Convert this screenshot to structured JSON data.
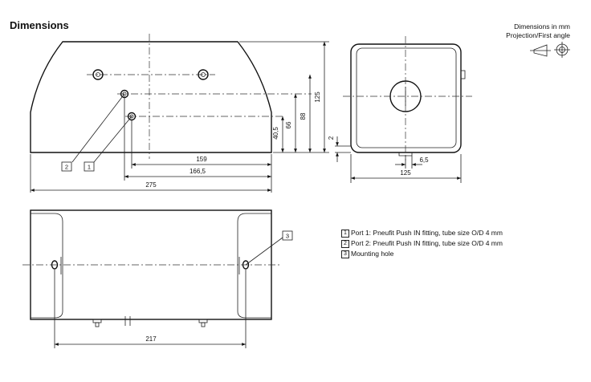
{
  "page": {
    "title": "Dimensions",
    "units_line1": "Dimensions in mm",
    "units_line2": "Projection/First angle"
  },
  "dimensions": {
    "d159": "159",
    "d166_5": "166,5",
    "d275": "275",
    "d125_height": "125",
    "d88": "88",
    "d66": "66",
    "d40_5": "40,5",
    "d2": "2",
    "d6_5": "6,5",
    "d125_width": "125",
    "d217": "217"
  },
  "callouts": {
    "c1": "1",
    "c2": "2",
    "c3": "3"
  },
  "legend": [
    {
      "num": "1",
      "text": "Port 1: Pneufit Push IN fitting, tube size O/D 4 mm"
    },
    {
      "num": "2",
      "text": "Port 2: Pneufit Push IN fitting, tube size O/D 4 mm"
    },
    {
      "num": "3",
      "text": "Mounting hole"
    }
  ],
  "colors": {
    "line": "#111111",
    "background": "#ffffff"
  }
}
